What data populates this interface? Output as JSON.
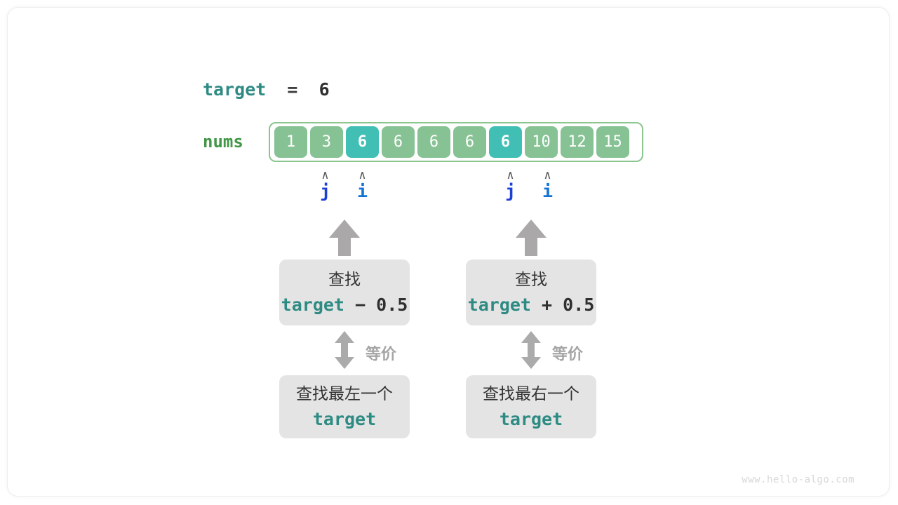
{
  "diagram": {
    "title_expr": {
      "variable": "target",
      "operator": "=",
      "value": "6"
    },
    "array": {
      "label": "nums",
      "cells": [
        {
          "value": "1",
          "highlighted": false
        },
        {
          "value": "3",
          "highlighted": false
        },
        {
          "value": "6",
          "highlighted": true
        },
        {
          "value": "6",
          "highlighted": false
        },
        {
          "value": "6",
          "highlighted": false
        },
        {
          "value": "6",
          "highlighted": false
        },
        {
          "value": "6",
          "highlighted": true
        },
        {
          "value": "10",
          "highlighted": false
        },
        {
          "value": "12",
          "highlighted": false
        },
        {
          "value": "15",
          "highlighted": false
        }
      ]
    },
    "pointers": [
      {
        "name": "j",
        "caret": "∧",
        "index": 1,
        "group": "left"
      },
      {
        "name": "i",
        "caret": "∧",
        "index": 2,
        "group": "left"
      },
      {
        "name": "j",
        "caret": "∧",
        "index": 6,
        "group": "right"
      },
      {
        "name": "i",
        "caret": "∧",
        "index": 7,
        "group": "right"
      }
    ],
    "equivalence_label": "等价",
    "groups": [
      {
        "id": "left",
        "upper_box": {
          "line1": "查找",
          "term": "target",
          "operator": "−",
          "operand": "0.5"
        },
        "lower_box": {
          "line1": "查找最左一个",
          "term": "target"
        }
      },
      {
        "id": "right",
        "upper_box": {
          "line1": "查找",
          "term": "target",
          "operator": "+",
          "operand": "0.5"
        },
        "lower_box": {
          "line1": "查找最右一个",
          "term": "target"
        }
      }
    ],
    "watermark": "www.hello-algo.com",
    "colors": {
      "cell_normal": "#86c293",
      "cell_highlight": "#41bfb4",
      "array_border": "#8cc68f",
      "keyword_teal": "#2e8b83",
      "nums_green": "#429646",
      "pointer_j_blue": "#1c3fd4",
      "pointer_i_blue": "#1474d6",
      "box_gray": "#e4e4e4",
      "arrow_gray": "#aaa8a8"
    }
  }
}
